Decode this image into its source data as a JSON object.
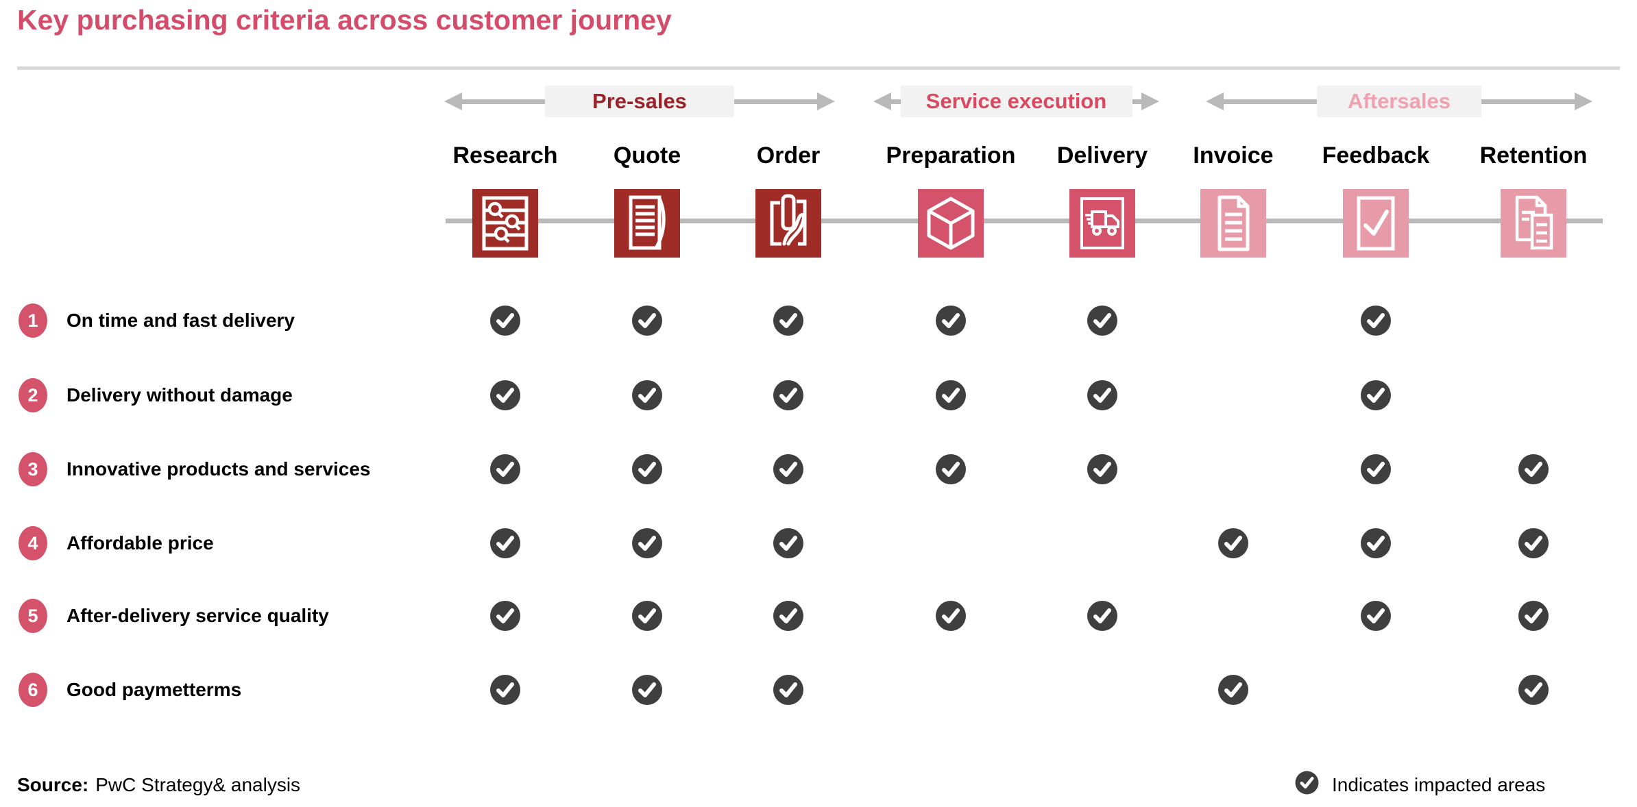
{
  "title": "Key purchasing criteria across customer journey",
  "colors": {
    "title": "#d34d6a",
    "dark_red": "#a02c28",
    "rose": "#d4536b",
    "light_pink": "#e79aa7",
    "presales_text": "#9b2228",
    "service_text": "#d9495f",
    "aftersales_text": "#f0a0af",
    "check": "#3f3f3f",
    "gray_line": "#b9b9b9",
    "phase_bg": "#f2f2f2",
    "divider": "#d9d9d9"
  },
  "phases": [
    {
      "label": "Pre-sales",
      "color_key": "presales_text",
      "stages": [
        "Research",
        "Quote",
        "Order"
      ]
    },
    {
      "label": "Service execution",
      "color_key": "service_text",
      "stages": [
        "Preparation",
        "Delivery"
      ]
    },
    {
      "label": "Aftersales",
      "color_key": "aftersales_text",
      "stages": [
        "Invoice",
        "Feedback",
        "Retention"
      ]
    }
  ],
  "stages": [
    {
      "label": "Research",
      "icon": "search-filters-icon",
      "color_key": "dark_red"
    },
    {
      "label": "Quote",
      "icon": "quote-document-icon",
      "color_key": "dark_red"
    },
    {
      "label": "Order",
      "icon": "hand-card-icon",
      "color_key": "dark_red"
    },
    {
      "label": "Preparation",
      "icon": "package-cube-icon",
      "color_key": "rose"
    },
    {
      "label": "Delivery",
      "icon": "delivery-truck-icon",
      "color_key": "rose"
    },
    {
      "label": "Invoice",
      "icon": "invoice-page-icon",
      "color_key": "light_pink"
    },
    {
      "label": "Feedback",
      "icon": "feedback-check-icon",
      "color_key": "light_pink"
    },
    {
      "label": "Retention",
      "icon": "retention-documents-icon",
      "color_key": "light_pink"
    }
  ],
  "criteria": [
    {
      "number": "1",
      "label": "On time and fast delivery",
      "checks": [
        1,
        1,
        1,
        1,
        1,
        0,
        1,
        0
      ]
    },
    {
      "number": "2",
      "label": "Delivery without damage",
      "checks": [
        1,
        1,
        1,
        1,
        1,
        0,
        1,
        0
      ]
    },
    {
      "number": "3",
      "label": "Innovative products and services",
      "checks": [
        1,
        1,
        1,
        1,
        1,
        0,
        1,
        1
      ]
    },
    {
      "number": "4",
      "label": "Affordable price",
      "checks": [
        1,
        1,
        1,
        0,
        0,
        1,
        1,
        1
      ]
    },
    {
      "number": "5",
      "label": "After-delivery service quality",
      "checks": [
        1,
        1,
        1,
        1,
        1,
        0,
        1,
        1
      ]
    },
    {
      "number": "6",
      "label": "Good paymetterms",
      "checks": [
        1,
        1,
        1,
        0,
        0,
        1,
        0,
        1
      ]
    }
  ],
  "source": {
    "label": "Source:",
    "text": "PwC Strategy& analysis"
  },
  "legend": {
    "icon": "check-circle-icon",
    "text": "Indicates impacted areas"
  }
}
